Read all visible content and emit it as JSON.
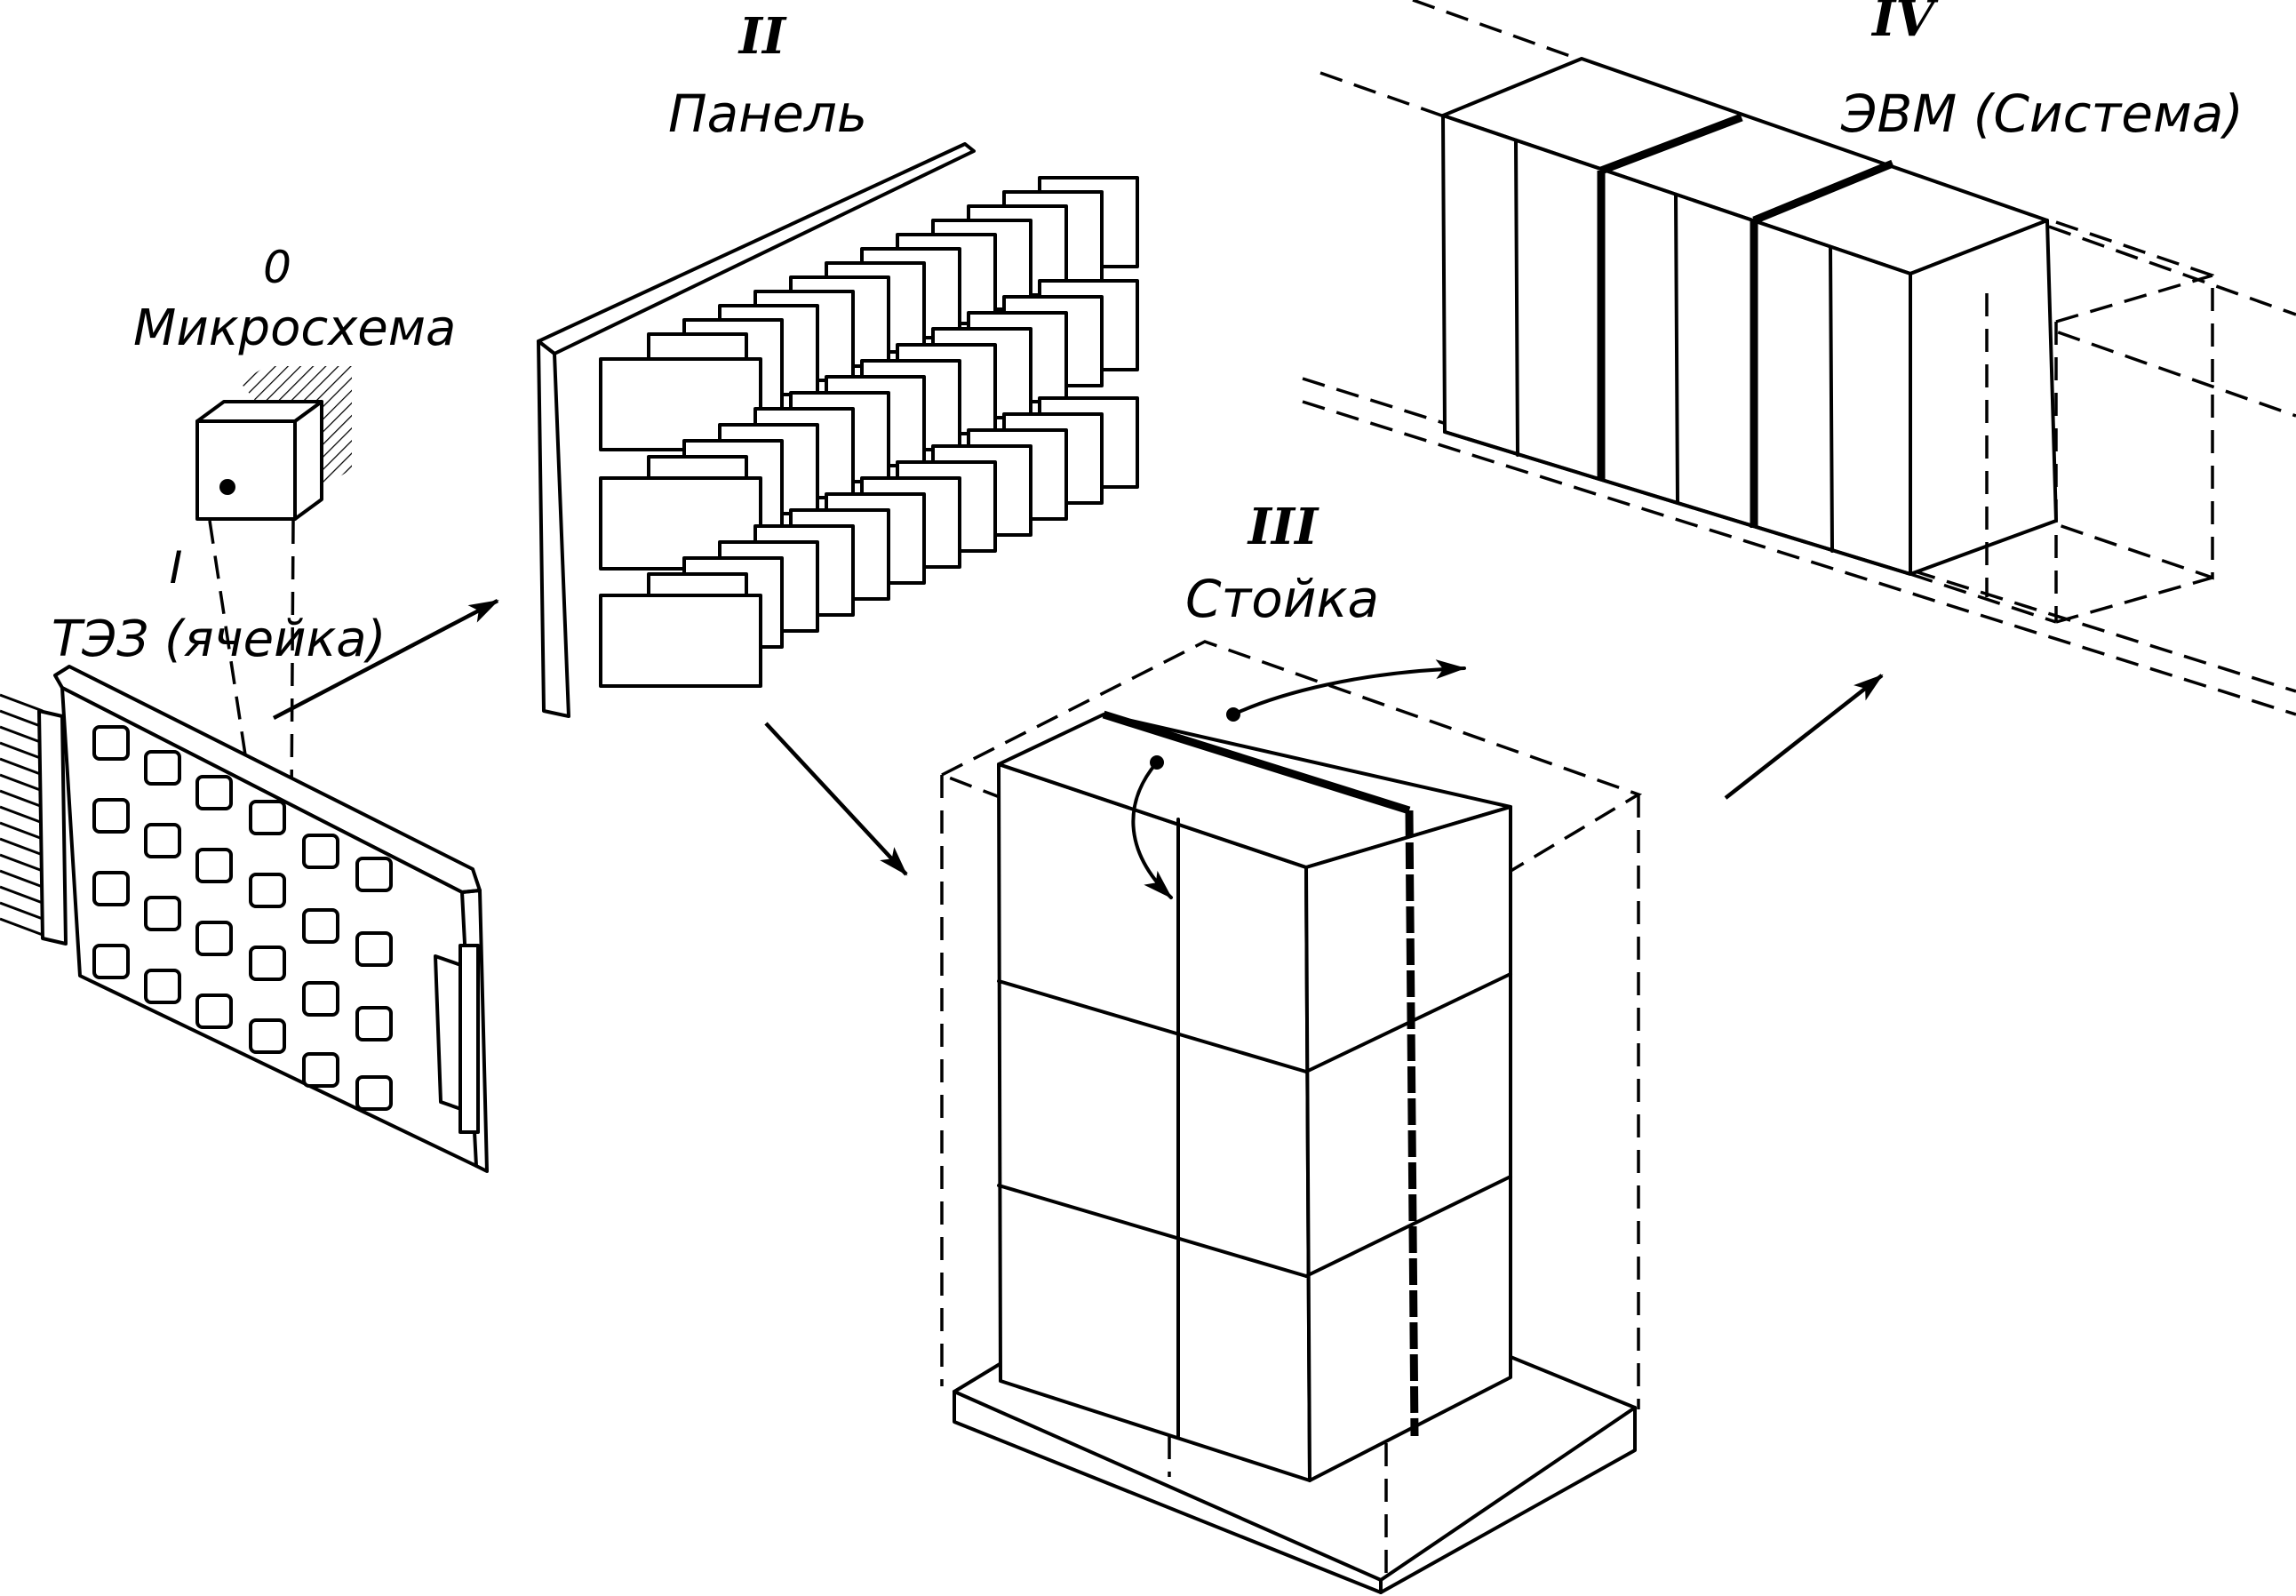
{
  "levels": {
    "level0": {
      "numeral": "0",
      "name": "Микросхема"
    },
    "level1": {
      "numeral": "I",
      "name": "ТЭЗ (ячейка)"
    },
    "level2": {
      "numeral": "II",
      "name": "Панель"
    },
    "level3": {
      "numeral": "III",
      "name": "Стойка"
    },
    "level4": {
      "numeral": "IV",
      "name": "ЭВМ (Система)"
    }
  }
}
